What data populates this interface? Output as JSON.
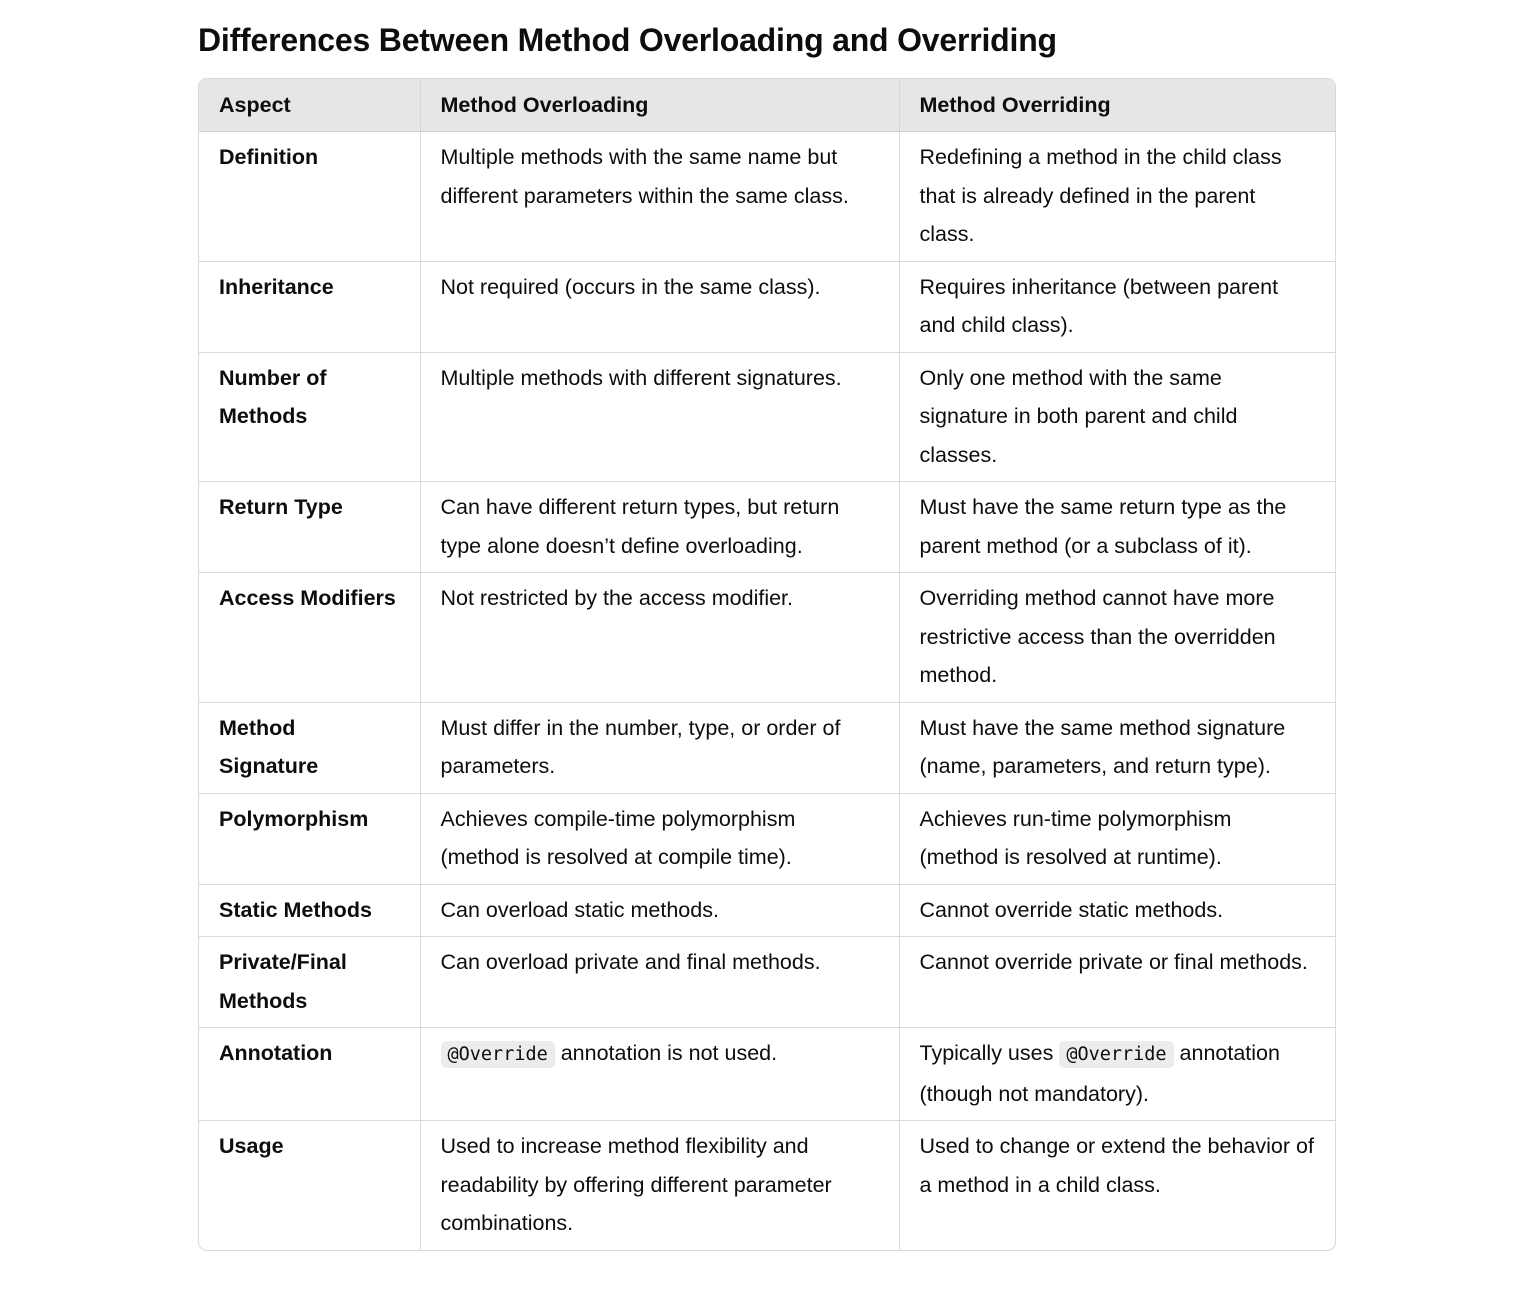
{
  "title": "Differences Between Method Overloading and Overriding",
  "table": {
    "headers": [
      "Aspect",
      "Method Overloading",
      "Method Overriding"
    ],
    "rows": [
      {
        "aspect": "Definition",
        "overloading": "Multiple methods with the same name but different parameters within the same class.",
        "overriding": "Redefining a method in the child class that is already defined in the parent class."
      },
      {
        "aspect": "Inheritance",
        "overloading": "Not required (occurs in the same class).",
        "overriding": "Requires inheritance (between parent and child class)."
      },
      {
        "aspect": "Number of Methods",
        "overloading": "Multiple methods with different signatures.",
        "overriding": "Only one method with the same signature in both parent and child classes."
      },
      {
        "aspect": "Return Type",
        "overloading": "Can have different return types, but return type alone doesn’t define overloading.",
        "overriding": "Must have the same return type as the parent method (or a subclass of it)."
      },
      {
        "aspect": "Access Modifiers",
        "overloading": "Not restricted by the access modifier.",
        "overriding": "Overriding method cannot have more restrictive access than the overridden method."
      },
      {
        "aspect": "Method Signature",
        "overloading": "Must differ in the number, type, or order of parameters.",
        "overriding": "Must have the same method signature (name, parameters, and return type)."
      },
      {
        "aspect": "Polymorphism",
        "overloading": "Achieves compile-time polymorphism (method is resolved at compile time).",
        "overriding": "Achieves run-time polymorphism (method is resolved at runtime)."
      },
      {
        "aspect": "Static Methods",
        "overloading": "Can overload static methods.",
        "overriding": "Cannot override static methods."
      },
      {
        "aspect": "Private/Final Methods",
        "overloading": "Can overload private and final methods.",
        "overriding": "Cannot override private or final methods."
      },
      {
        "aspect": "Annotation",
        "overloading_code": "@Override",
        "overloading_after": " annotation is not used.",
        "overriding_before": "Typically uses ",
        "overriding_code": "@Override",
        "overriding_after": " annotation (though not mandatory)."
      },
      {
        "aspect": "Usage",
        "overloading": "Used to increase method flexibility and readability by offering different parameter combinations.",
        "overriding": "Used to change or extend the behavior of a method in a child class."
      }
    ]
  }
}
